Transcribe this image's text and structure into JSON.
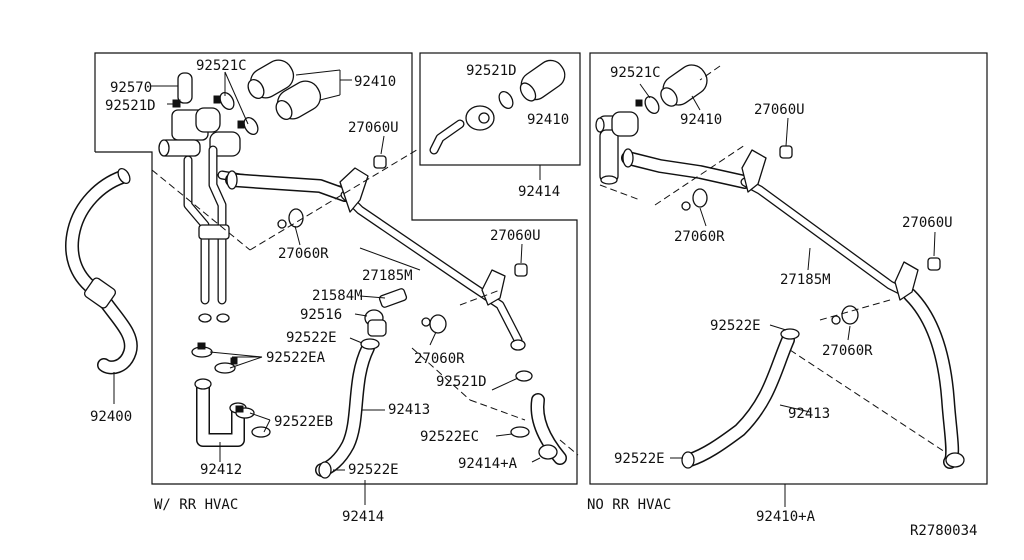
{
  "diagram": {
    "left_panel": {
      "caption": "W/ RR HVAC",
      "labels": {
        "p92570": "92570",
        "p92521c": "92521C",
        "p92410": "92410",
        "p92521d": "92521D",
        "p27060u_a": "27060U",
        "p27060r_a": "27060R",
        "p27185m": "27185M",
        "p27060u_b": "27060U",
        "p21584m": "21584M",
        "p92516": "92516",
        "p92522e_a": "92522E",
        "p27060r_b": "27060R",
        "p92522ea": "92522EA",
        "p92521d_b": "92521D",
        "p92413": "92413",
        "p92522eb": "92522EB",
        "p92522ec": "92522EC",
        "p92414a": "92414+A",
        "p92412": "92412",
        "p92522e_b": "92522E",
        "p92414_bottom": "92414",
        "p92400": "92400"
      },
      "inset": {
        "labels": {
          "p92521d": "92521D",
          "p92410": "92410",
          "p92414": "92414"
        }
      }
    },
    "right_panel": {
      "caption": "NO RR HVAC",
      "labels": {
        "p92521c": "92521C",
        "p92410": "92410",
        "p27060u_a": "27060U",
        "p27060r_a": "27060R",
        "p27185m": "27185M",
        "p27060u_b": "27060U",
        "p92522e_a": "92522E",
        "p27060r_b": "27060R",
        "p92413": "92413",
        "p92522e_b": "92522E",
        "p92410a": "92410+A"
      }
    },
    "reference_code": "R2780034"
  }
}
